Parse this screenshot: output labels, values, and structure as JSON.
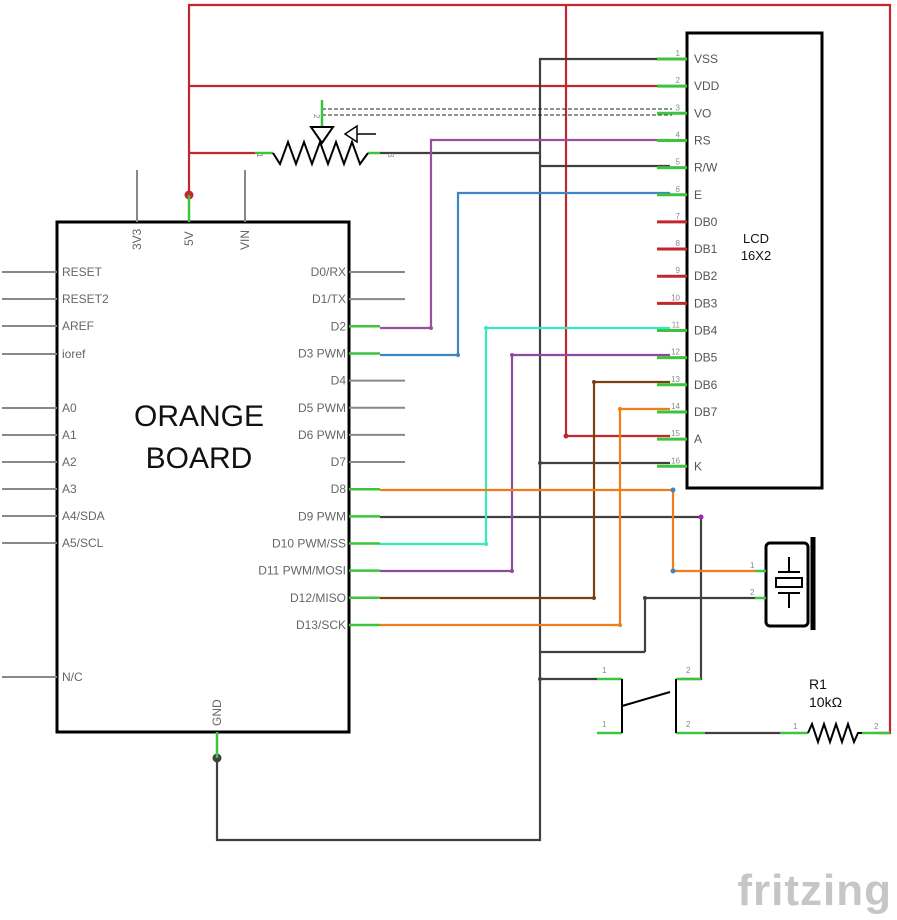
{
  "board": {
    "title_line1": "ORANGE",
    "title_line2": "BOARD",
    "top_pins": [
      "3V3",
      "5V",
      "VIN"
    ],
    "bottom_pin": "GND",
    "left_pins": [
      "RESET",
      "RESET2",
      "AREF",
      "ioref",
      "A0",
      "A1",
      "A2",
      "A3",
      "A4/SDA",
      "A5/SCL",
      "N/C"
    ],
    "right_pins": [
      "D0/RX",
      "D1/TX",
      "D2",
      "D3 PWM",
      "D4",
      "D5 PWM",
      "D6 PWM",
      "D7",
      "D8",
      "D9 PWM",
      "D10 PWM/SS",
      "D11 PWM/MOSI",
      "D12/MISO",
      "D13/SCK"
    ]
  },
  "lcd": {
    "title": "LCD",
    "subtitle": "16X2",
    "pins": [
      {
        "num": "1",
        "name": "VSS"
      },
      {
        "num": "2",
        "name": "VDD"
      },
      {
        "num": "3",
        "name": "VO"
      },
      {
        "num": "4",
        "name": "RS"
      },
      {
        "num": "5",
        "name": "R/W"
      },
      {
        "num": "6",
        "name": "E"
      },
      {
        "num": "7",
        "name": "DB0"
      },
      {
        "num": "8",
        "name": "DB1"
      },
      {
        "num": "9",
        "name": "DB2"
      },
      {
        "num": "10",
        "name": "DB3"
      },
      {
        "num": "11",
        "name": "DB4"
      },
      {
        "num": "12",
        "name": "DB5"
      },
      {
        "num": "13",
        "name": "DB6"
      },
      {
        "num": "14",
        "name": "DB7"
      },
      {
        "num": "15",
        "name": "A"
      },
      {
        "num": "16",
        "name": "K"
      }
    ]
  },
  "potentiometer": {
    "pin1": "1",
    "pin2": "2",
    "pin3": "3"
  },
  "buzzer": {
    "pin1": "1",
    "pin2": "2"
  },
  "switch": {
    "pin1a": "1",
    "pin1b": "1",
    "pin2a": "2",
    "pin2b": "2"
  },
  "resistor": {
    "name": "R1",
    "value": "10kΩ",
    "pin1": "1",
    "pin2": "2"
  },
  "logo": "fritzing",
  "colors": {
    "power": "#c1272d",
    "ground": "#404040",
    "rs": "#9b4f9e",
    "enable": "#3d85c6",
    "db4": "#3ae8c0",
    "db5": "#8e4a9c",
    "db6": "#7b3f10",
    "db7": "#f07d16",
    "d8": "#f07d16",
    "pin_green": "#3cc43c",
    "board_outline": "#000000"
  }
}
